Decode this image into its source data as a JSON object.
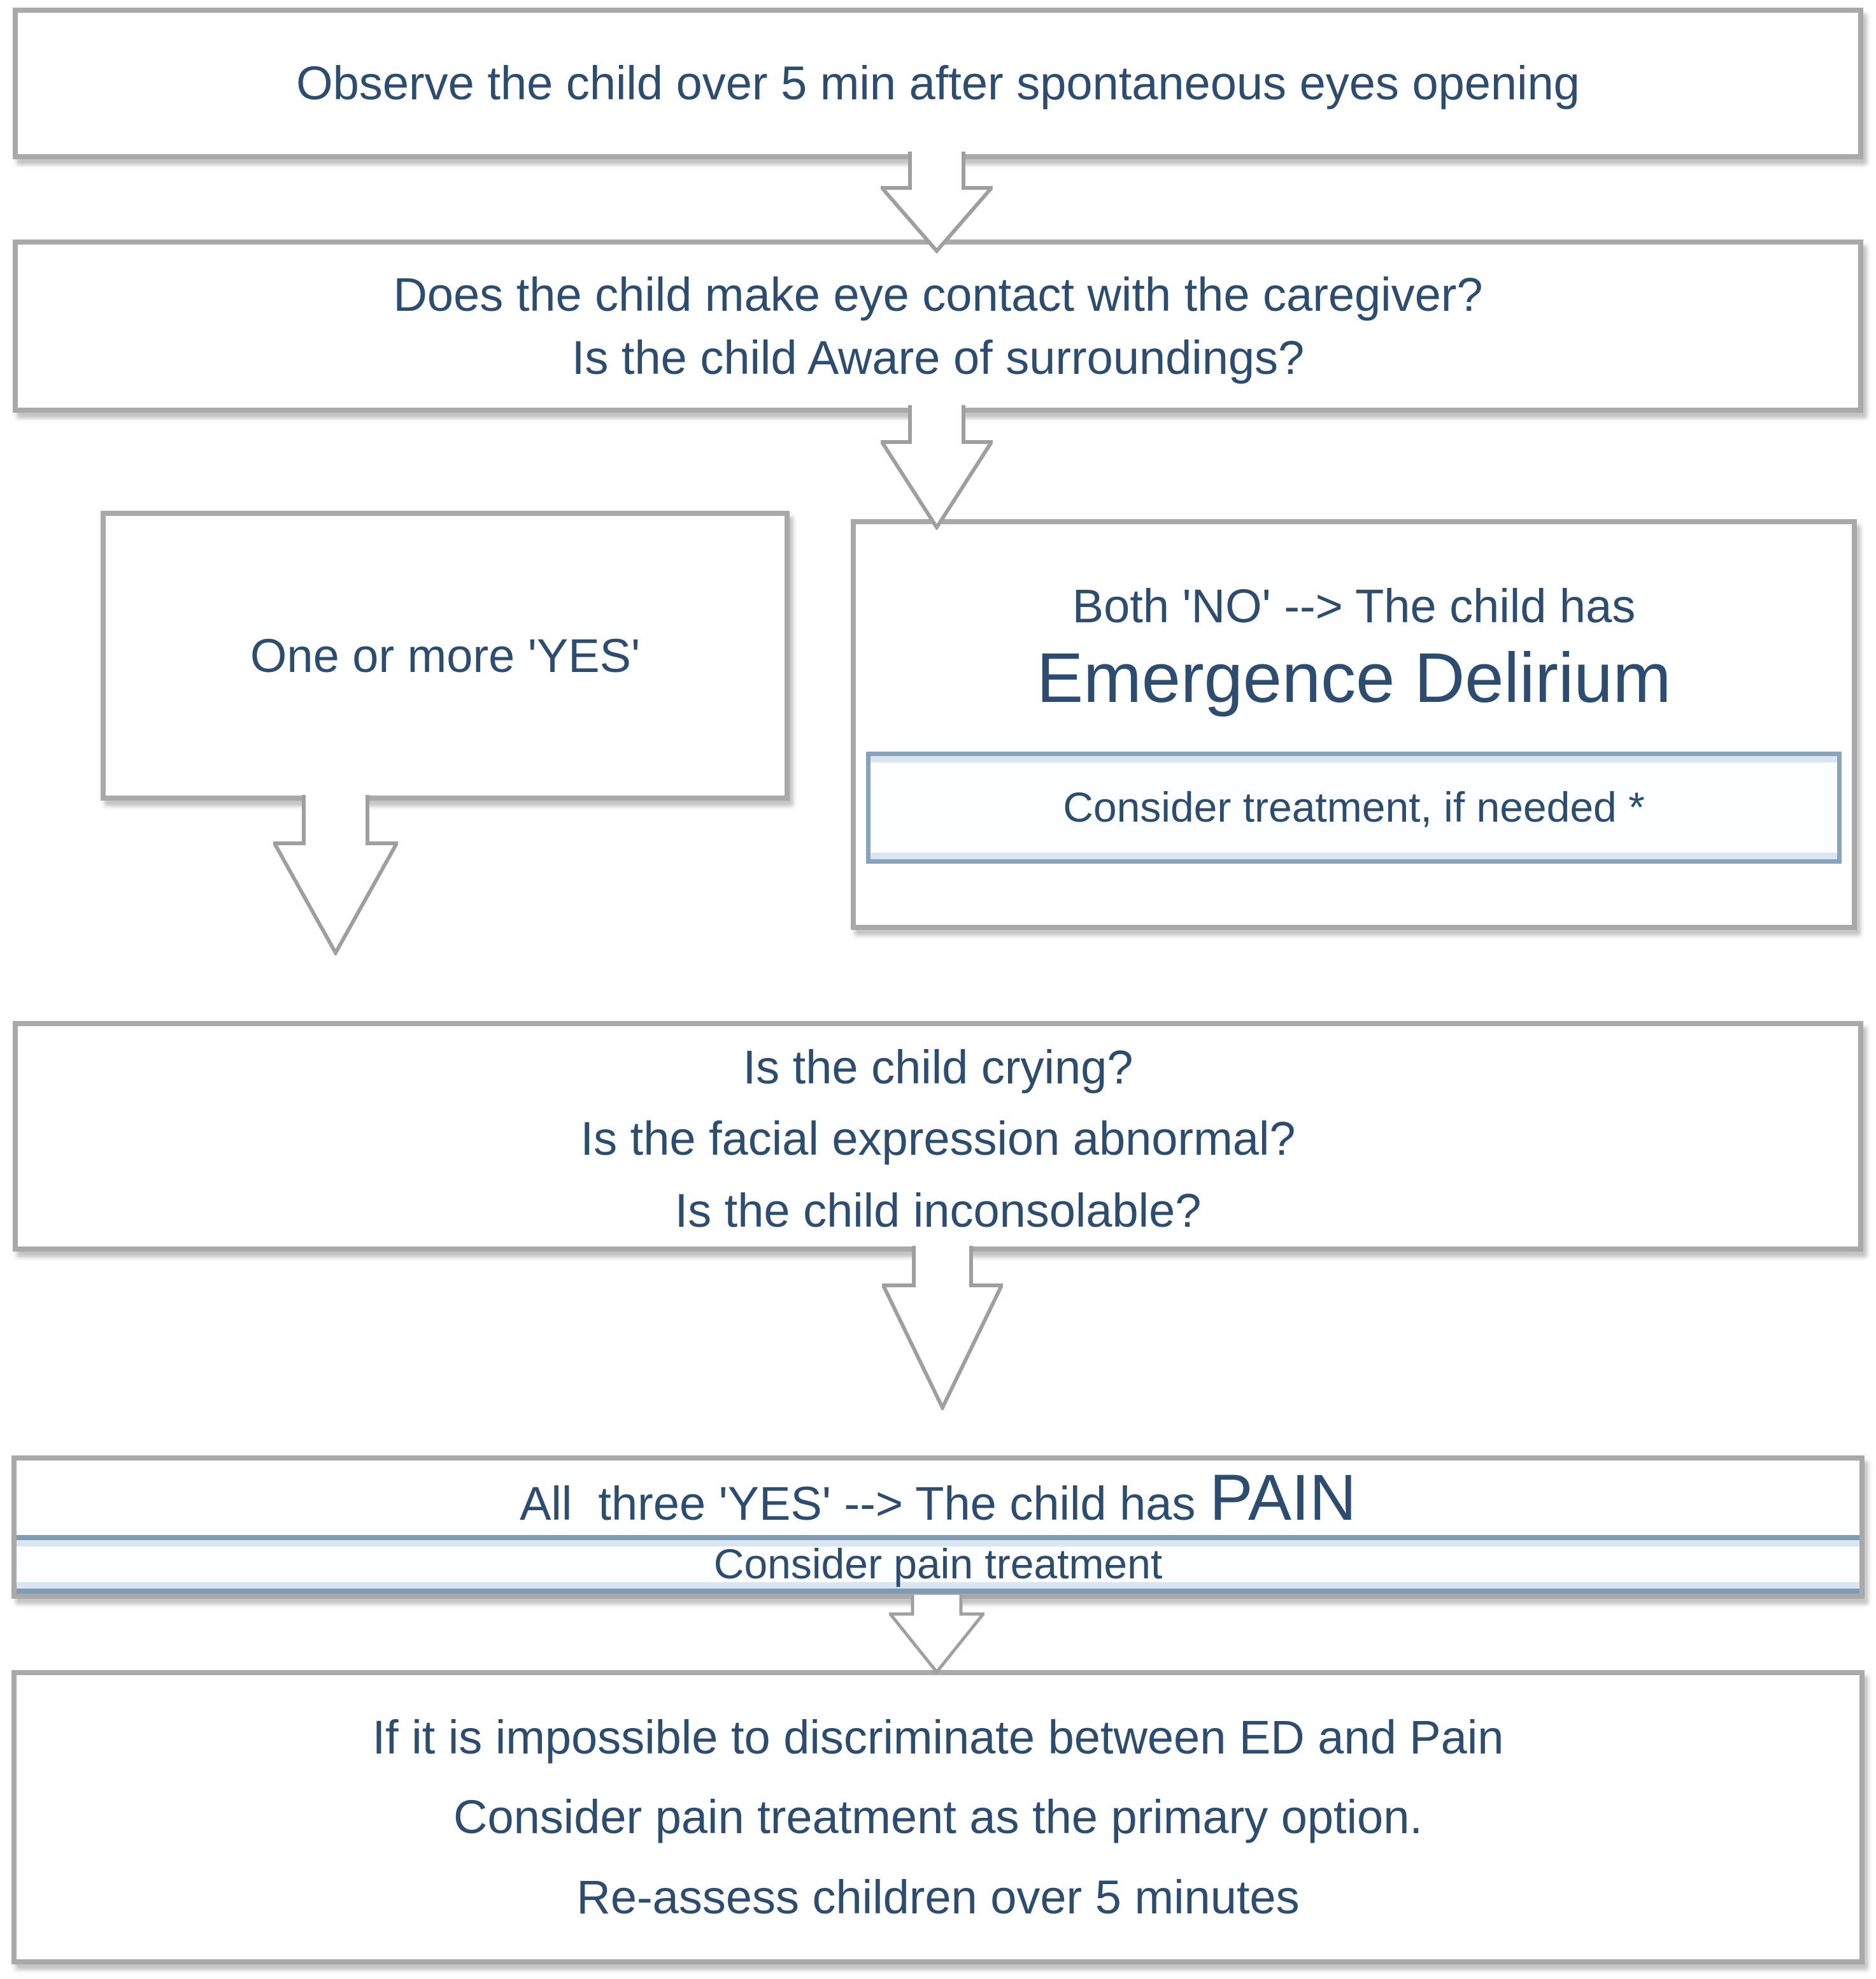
{
  "flow": {
    "observe": "Observe the child over 5 min after spontaneous eyes opening",
    "questions1": [
      "Does the child make eye contact with the caregiver?",
      "Is the child Aware of surroundings?"
    ],
    "yes_branch": "One or more 'YES'",
    "no_branch": {
      "intro": "Both 'NO' --> The child has",
      "diagnosis": "Emergence Delirium",
      "action": "Consider treatment, if needed *"
    },
    "questions2": [
      "Is the child crying?",
      "Is the facial expression abnormal?",
      "Is the child inconsolable?"
    ],
    "pain": {
      "intro": "All  three 'YES' --> The child has",
      "diagnosis": "PAIN",
      "action": "Consider pain treatment"
    },
    "fallback": [
      "If it is impossible to discriminate between ED and Pain",
      "Consider pain treatment as the primary option.",
      "Re-assess children over 5 minutes"
    ]
  },
  "colors": {
    "text": "#2d4d70",
    "box_border": "#a9a9a9",
    "nested_border": "#87a3bd",
    "nested_band": "#d9e6f1",
    "arrow_outline": "#9f9f9f",
    "background": "#ffffff"
  },
  "icons": {
    "connector": "down-arrow"
  }
}
